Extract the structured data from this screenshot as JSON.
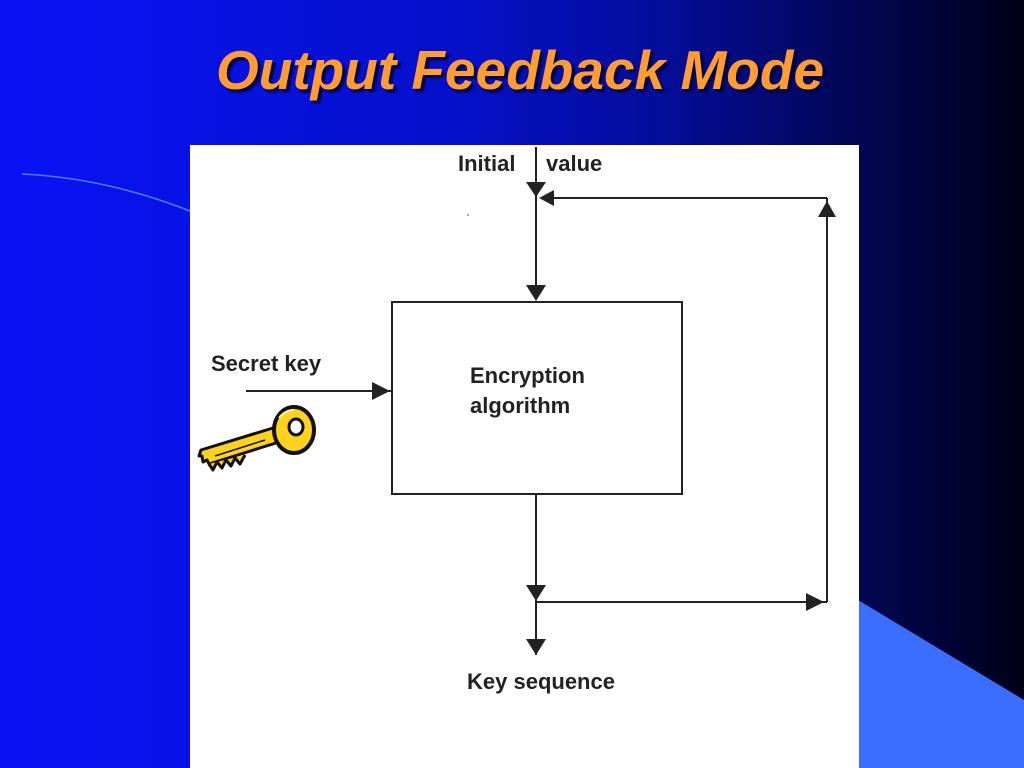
{
  "slide": {
    "title": "Output Feedback Mode"
  },
  "diagram": {
    "initial_label": "Initial",
    "value_label": "value",
    "secret_key_label": "Secret key",
    "encryption_line1": "Encryption",
    "encryption_line2": "algorithm",
    "key_sequence_label": "Key sequence"
  },
  "icons": {
    "key": "key-icon"
  },
  "colors": {
    "title": "#ff9c33",
    "key_fill": "#ffd21f",
    "background_accent": "#3a6cff"
  }
}
